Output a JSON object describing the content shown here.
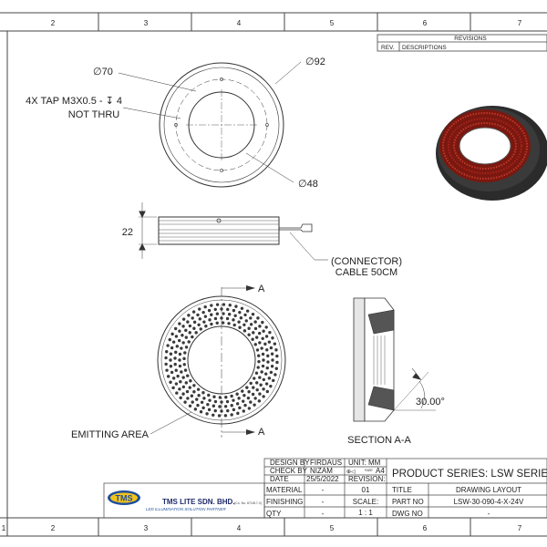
{
  "border": {
    "zones_top": [
      "2",
      "3",
      "4",
      "5",
      "6",
      "7"
    ],
    "zones_bottom": [
      "1",
      "2",
      "3",
      "4",
      "5",
      "6",
      "7"
    ]
  },
  "revisions": {
    "title": "REVISIONS",
    "rev": "REV.",
    "descriptions": "DESCRIPTIONS"
  },
  "top_view": {
    "dia_70": "∅70",
    "dia_92": "∅92",
    "dia_48": "∅48",
    "tap_line1": "4X TAP M3X0.5 - ↧ 4",
    "tap_line2": "NOT THRU"
  },
  "side_view": {
    "height": "22",
    "connector_line1": "(CONNECTOR)",
    "connector_line2": "CABLE 50CM"
  },
  "front_view": {
    "section_mark_top": "A",
    "section_mark_bottom": "A",
    "emitting_area": "EMITTING AREA"
  },
  "section_view": {
    "angle": "30.00°",
    "title": "SECTION A-A"
  },
  "title_block": {
    "design_by_label": "DESIGN BY",
    "design_by": "FIRDAUS",
    "check_by_label": "CHECK BY",
    "check_by": "NIZAM",
    "date_label": "DATE",
    "date": "25/5/2022",
    "material_label": "MATERIAL",
    "material": "-",
    "finishing_label": "FINISHING",
    "finishing": "-",
    "qty_label": "QTY",
    "qty": "-",
    "unit_label": "UNIT:",
    "unit": "MM",
    "size_label": "SIZE",
    "size": "A4",
    "revision_label": "REVISION:",
    "revision": "01",
    "scale_label": "SCALE:",
    "scale": "1 : 1",
    "product_series": "PRODUCT SERIES: LSW SERIES",
    "title_label": "TITLE",
    "title": "DRAWING LAYOUT",
    "part_no_label": "PART NO",
    "part_no": "LSW-30-090-4-X-24V",
    "dwg_no_label": "DWG NO",
    "dwg_no": "-",
    "company_logo": "TMS",
    "company_name": "TMS LITE SDN. BHD.",
    "company_reg": "(Co. No. 871817-V)",
    "company_tagline": "LED ILLUMINATION SOLUTION PARTNER"
  },
  "colors": {
    "line": "#333333",
    "led_red": "#a8241c",
    "housing_dark": "#2b2b2b",
    "logo_blue": "#1f4f9c",
    "logo_yellow": "#f2c31b"
  }
}
